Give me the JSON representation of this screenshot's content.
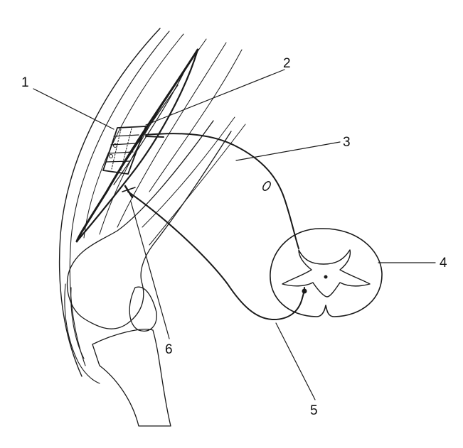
{
  "diagram": {
    "callouts": [
      {
        "id": "callout-1",
        "label": "1"
      },
      {
        "id": "callout-2",
        "label": "2"
      },
      {
        "id": "callout-3",
        "label": "3"
      },
      {
        "id": "callout-4",
        "label": "4"
      },
      {
        "id": "callout-5",
        "label": "5"
      },
      {
        "id": "callout-6",
        "label": "6"
      }
    ]
  },
  "colors": {
    "ink": "#1a1a1a",
    "paper": "#ffffff",
    "stipple": "#9a9a9a"
  }
}
